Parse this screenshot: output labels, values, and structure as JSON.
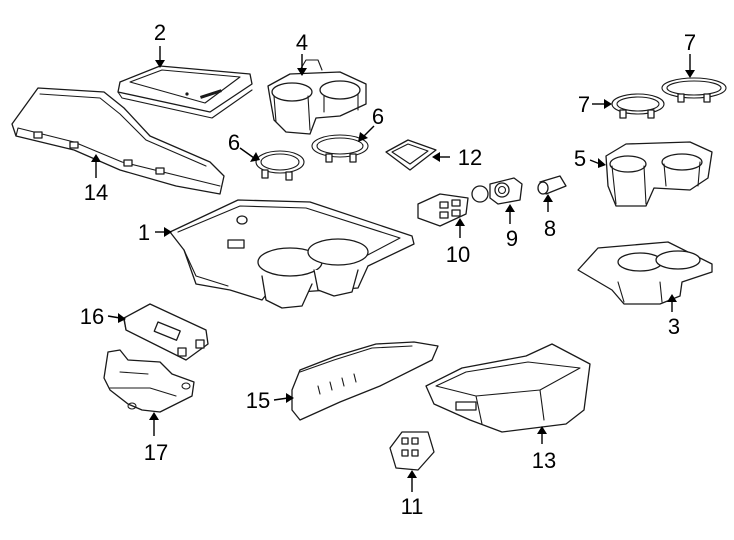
{
  "callouts": {
    "c1": "1",
    "c2": "2",
    "c3": "3",
    "c4": "4",
    "c5": "5",
    "c6a": "6",
    "c6b": "6",
    "c7a": "7",
    "c7b": "7",
    "c8": "8",
    "c9": "9",
    "c10": "10",
    "c11": "11",
    "c12": "12",
    "c13": "13",
    "c14": "14",
    "c15": "15",
    "c16": "16",
    "c17": "17"
  }
}
